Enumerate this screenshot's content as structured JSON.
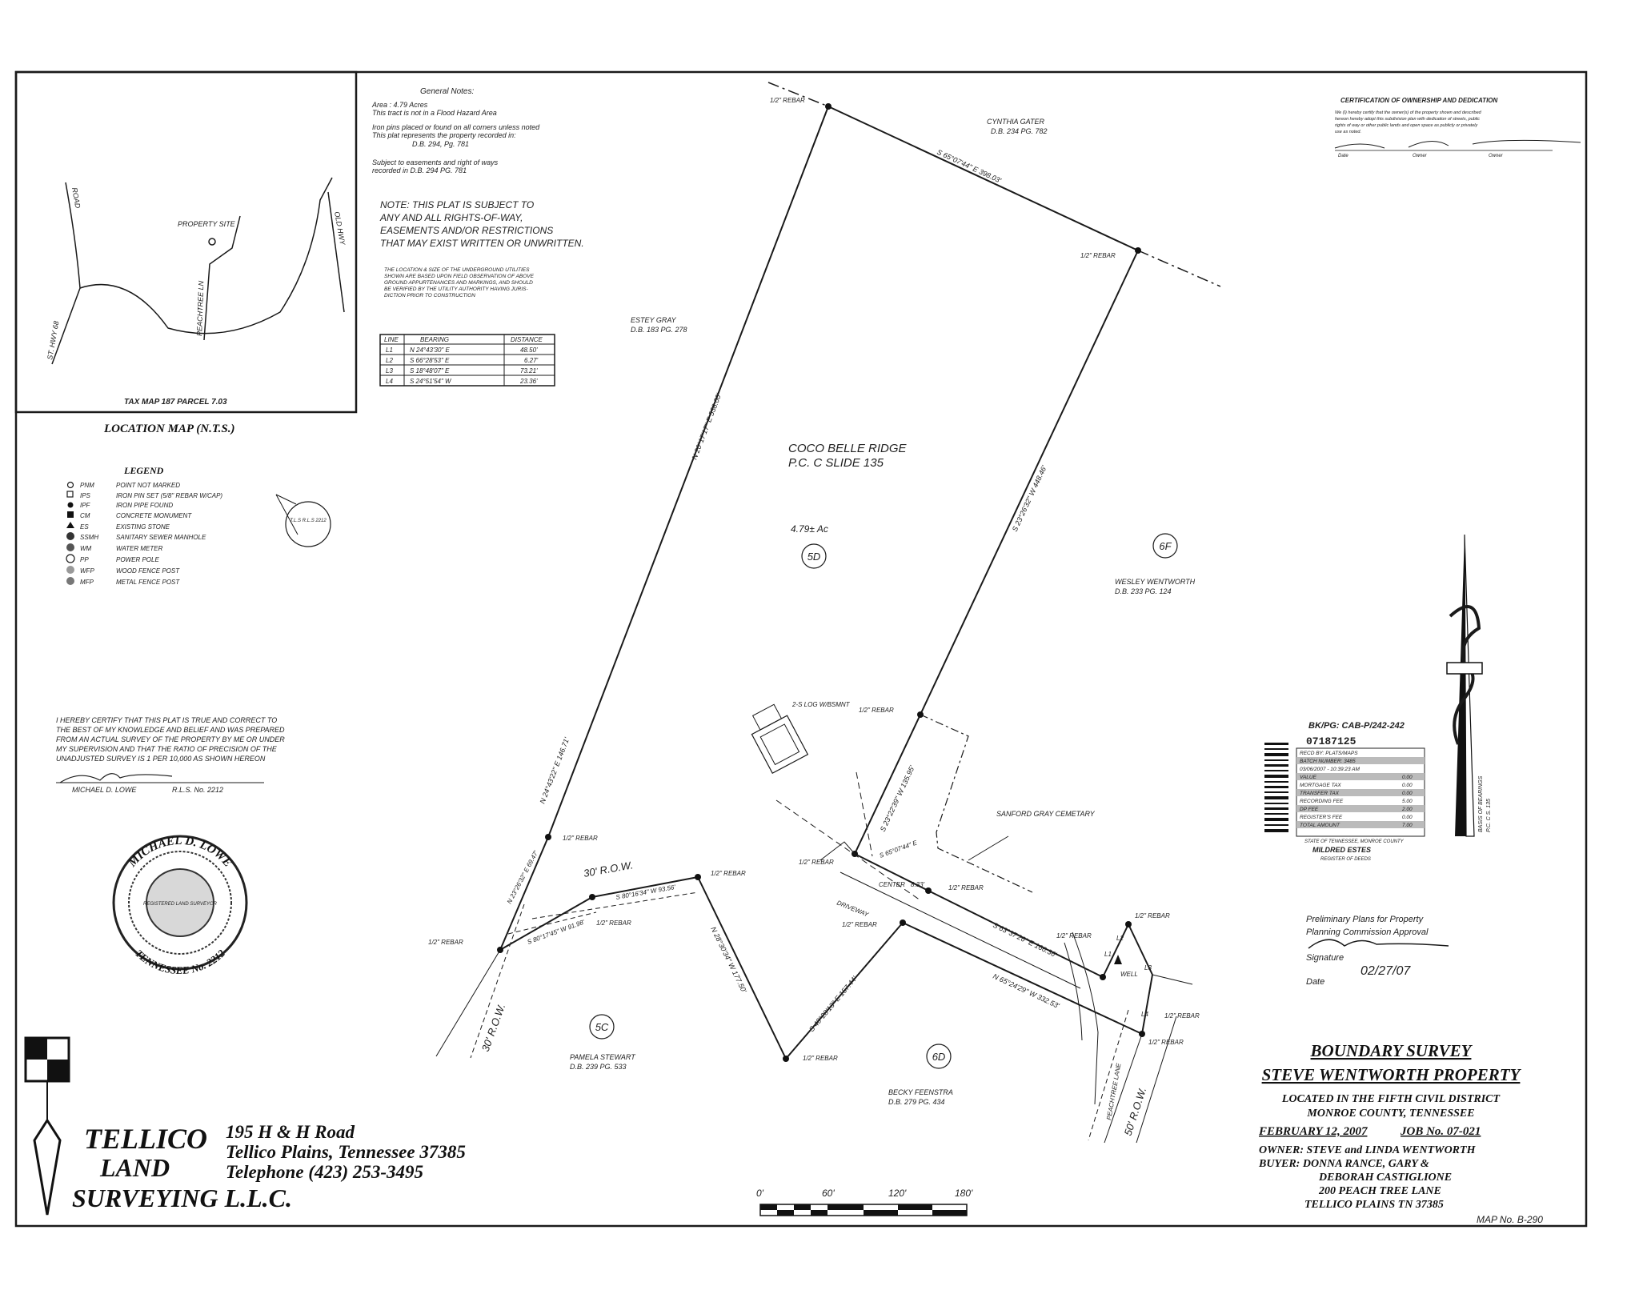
{
  "location_map": {
    "title": "LOCATION MAP (N.T.S.)",
    "property_site": "PROPERTY SITE",
    "tax_map": "TAX MAP 187 PARCEL 7.03",
    "road_left": "ROAD",
    "road_lower": "ST. HWY 68",
    "road_peach": "PEACHTREE LN",
    "road_right": "OLD HWY"
  },
  "general_notes": {
    "heading": "General Notes:",
    "lines": [
      "Area : 4.79 Acres",
      "This tract is not in a Flood Hazard Area",
      "Iron pins placed or found on all corners unless noted",
      "This plat represents the property recorded in:",
      "D.B. 294, Pg. 781",
      "Subject to easements and right of ways",
      "recorded in D.B. 294 PG. 781"
    ],
    "note_lines": [
      "NOTE: THIS PLAT IS SUBJECT TO",
      "ANY AND ALL RIGHTS-OF-WAY,",
      "EASEMENTS AND/OR RESTRICTIONS",
      "THAT MAY EXIST WRITTEN OR UNWRITTEN."
    ],
    "utility_lines": [
      "THE LOCATION & SIZE OF THE UNDERGROUND UTILITIES",
      "SHOWN ARE BASED UPON FIELD OBSERVATION OF ABOVE",
      "GROUND APPURTENANCES AND MARKINGS, AND SHOULD",
      "BE VERIFIED BY THE UTILITY AUTHORITY HAVING JURIS-",
      "DICTION PRIOR TO CONSTRUCTION"
    ]
  },
  "line_table": {
    "headers": [
      "LINE",
      "BEARING",
      "DISTANCE"
    ],
    "rows": [
      [
        "L1",
        "N 24°43'30\" E",
        "48.50'"
      ],
      [
        "L2",
        "S 66°28'53\" E",
        "6.27'"
      ],
      [
        "L3",
        "S 18°48'07\" E",
        "73.21'"
      ],
      [
        "L4",
        "S 24°51'54\" W",
        "23.36'"
      ]
    ]
  },
  "legend": {
    "title": "LEGEND",
    "items": [
      {
        "code": "PNM",
        "desc": "POINT NOT MARKED"
      },
      {
        "code": "IPS",
        "desc": "IRON PIN SET (5/8\" REBAR W/CAP)"
      },
      {
        "code": "IPF",
        "desc": "IRON PIPE FOUND"
      },
      {
        "code": "CM",
        "desc": "CONCRETE MONUMENT"
      },
      {
        "code": "ES",
        "desc": "EXISTING STONE"
      },
      {
        "code": "SSMH",
        "desc": "SANITARY SEWER MANHOLE"
      },
      {
        "code": "WM",
        "desc": "WATER METER"
      },
      {
        "code": "PP",
        "desc": "POWER POLE"
      },
      {
        "code": "WFP",
        "desc": "WOOD FENCE POST"
      },
      {
        "code": "MFP",
        "desc": "METAL FENCE POST"
      }
    ],
    "cap_label": "T.L.S R.L.S 2212"
  },
  "surveyor_cert": {
    "lines": [
      "I HEREBY CERTIFY THAT THIS PLAT IS TRUE AND CORRECT TO",
      "THE BEST OF MY KNOWLEDGE AND BELIEF AND WAS PREPARED",
      "FROM AN ACTUAL SURVEY OF THE PROPERTY BY ME OR UNDER",
      "MY SUPERVISION AND THAT THE RATIO OF PRECISION OF THE",
      "UNADJUSTED SURVEY IS 1 PER 10,000 AS SHOWN HEREON"
    ],
    "name": "MICHAEL D. LOWE",
    "rls": "R.L.S. No. 2212"
  },
  "seal": {
    "outer_top": "MICHAEL D. LOWE",
    "inner": "REGISTERED LAND SURVEYOR",
    "outer_bottom": "TENNESSEE No. 2212"
  },
  "company": {
    "name_lines": [
      "TELLICO",
      "LAND",
      "SURVEYING L.L.C."
    ],
    "address_lines": [
      "195 H & H Road",
      "Tellico Plains, Tennessee 37385",
      "Telephone (423) 253-3495"
    ]
  },
  "plat": {
    "subdivision": "COCO BELLE RIDGE",
    "slide": "P.C. C SLIDE 135",
    "acreage": "4.79± Ac",
    "lot_5d": "5D",
    "lot_6f": "6F",
    "lot_5c": "5C",
    "lot_6d": "6D",
    "owner_top": "CYNTHIA GATER",
    "owner_top_db": "D.B. 234 PG. 782",
    "owner_left": "ESTEY GRAY",
    "owner_left_db": "D.B. 183 PG. 278",
    "owner_right": "WESLEY WENTWORTH",
    "owner_right_db": "D.B. 233 PG. 124",
    "owner_5c": "PAMELA STEWART",
    "owner_5c_db": "D.B. 239 PG. 533",
    "owner_6d": "BECKY FEENSTRA",
    "owner_6d_db": "D.B. 279 PG. 434",
    "cemetery": "SANFORD GRAY CEMETARY",
    "house": "2-S LOG W/BSMNT",
    "well": "WELL",
    "driveway": "DRIVEWAY",
    "row_top": "30' R.O.W.",
    "row_left": "30' R.O.W.",
    "row_right": "50' R.O.W.",
    "peachtree": "PEACHTREE LANE",
    "bearing_top": "S 65°07'44\" E 398.03'",
    "bearing_left": "N 20°17'17\" E 538.00'",
    "bearing_right": "S 23°26'32\" W 448.46'",
    "bearing_lower_left": "N 24°43'22\" E 146.71'",
    "bearing_mid": "S 23°22'39\" W 135.95'",
    "bearing_house": "S 65°07'44\" E",
    "center_label": "CENTER",
    "center_dist": "8.33'",
    "bearing_road": "S 63°37'26\" E 166.36'",
    "bearing_road2": "N 65°24'29\" W 332.53'",
    "bearing_5c": "N 28°30'34\" W 177.50'",
    "bearing_6d": "S 40°28'13\" E 157.44'",
    "bearing_row": "S 80°16'34\" W 93.56'",
    "bearing_row2": "S 80°17'45\" W 91.98'",
    "bearing_short": "N 23°26'32\" E 69.47'",
    "rebar": "1/2\" REBAR",
    "l_labels": [
      "L1",
      "L2",
      "L3",
      "L4"
    ]
  },
  "scale_bar": {
    "ticks": [
      "0'",
      "60'",
      "120'",
      "180'"
    ]
  },
  "certification": {
    "title": "CERTIFICATION OF OWNERSHIP AND DEDICATION",
    "lines": [
      "We (I) hereby certify that the owner(s) of the property shown and described",
      "hereon hereby adopt this subdivision plan with dedication of streets, public",
      "rights of way or other public lands and open space as publicly or privately",
      "use as noted."
    ],
    "sig_labels": [
      "Date",
      "Owner",
      "Owner"
    ]
  },
  "recording": {
    "book": "BK/PG: CAB-P/242-242",
    "number": "07187125",
    "rows": [
      "RECD BY: PLATS/MAPS",
      "BATCH NUMBER: 3485",
      "03/06/2007 - 10:39:23 AM",
      "VALUE",
      "MORTGAGE TAX",
      "TRANSFER TAX",
      "RECORDING FEE",
      "DP FEE",
      "REGISTER'S FEE",
      "TOTAL AMOUNT"
    ],
    "amounts": [
      "0.00",
      "0.00",
      "0.00",
      "5.00",
      "2.00",
      "0.00",
      "7.00"
    ],
    "footer": "STATE OF TENNESSEE, MONROE COUNTY",
    "register": "MILDRED ESTES",
    "register_title": "REGISTER OF DEEDS"
  },
  "planning": {
    "line1": "Preliminary Plans for Property",
    "line2": "Planning Commission Approval",
    "sig_label": "Signature",
    "date_label": "Date",
    "date_value": "02/27/07"
  },
  "north_arrow": {
    "label": "BASIS OF BEARINGS",
    "sub": "P.C. C S. 135"
  },
  "title_block": {
    "title": "BOUNDARY SURVEY",
    "subtitle": "STEVE WENTWORTH PROPERTY",
    "located1": "LOCATED IN THE FIFTH CIVIL DISTRICT",
    "located2": "MONROE COUNTY, TENNESSEE",
    "date": "FEBRUARY 12, 2007",
    "job": "JOB No. 07-021",
    "owner": "OWNER: STEVE and LINDA WENTWORTH",
    "buyer1": "BUYER: DONNA RANCE, GARY &",
    "buyer2": "DEBORAH CASTIGLIONE",
    "address1": "200 PEACH TREE LANE",
    "address2": "TELLICO PLAINS TN 37385",
    "map_no": "MAP No. B-290"
  }
}
